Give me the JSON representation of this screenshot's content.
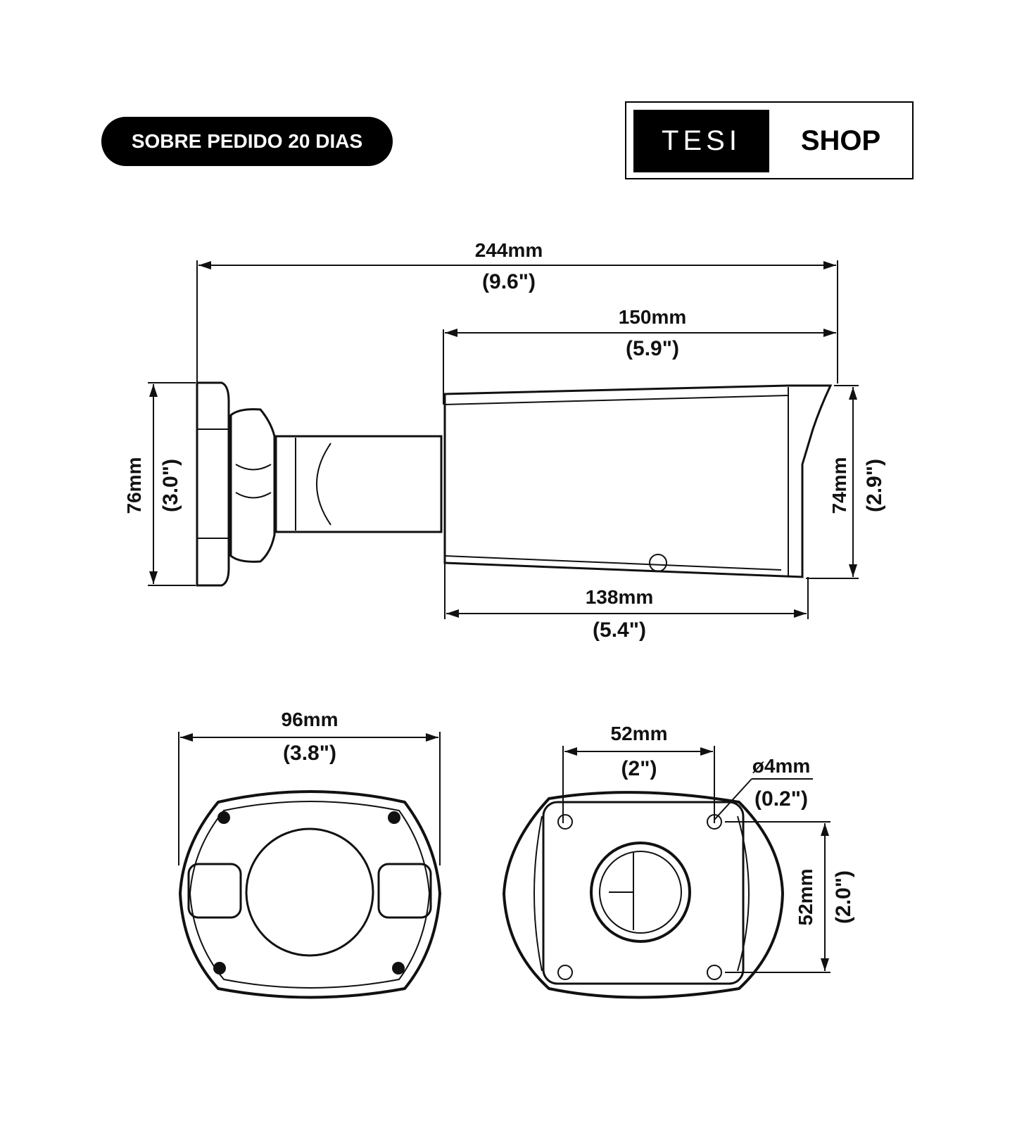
{
  "badge": {
    "label": "SOBRE PEDIDO 20 DIAS"
  },
  "logo": {
    "left_text": "TESI",
    "right_text": "SHOP"
  },
  "dimensions": {
    "total_length": {
      "mm": "244mm",
      "inch": "(9.6\")"
    },
    "housing_length": {
      "mm": "150mm",
      "inch": "(5.9\")"
    },
    "body_length": {
      "mm": "138mm",
      "inch": "(5.4\")"
    },
    "mount_height": {
      "mm": "76mm",
      "inch": "(3.0\")"
    },
    "housing_height": {
      "mm": "74mm",
      "inch": "(2.9\")"
    },
    "front_width": {
      "mm": "96mm",
      "inch": "(3.8\")"
    },
    "base_hole_spacing_h": {
      "mm": "52mm",
      "inch": "(2\")"
    },
    "base_hole_spacing_v": {
      "mm": "52mm",
      "inch": "(2.0\")"
    },
    "hole_diameter": {
      "mm": "ø4mm",
      "inch": "(0.2\")"
    }
  }
}
